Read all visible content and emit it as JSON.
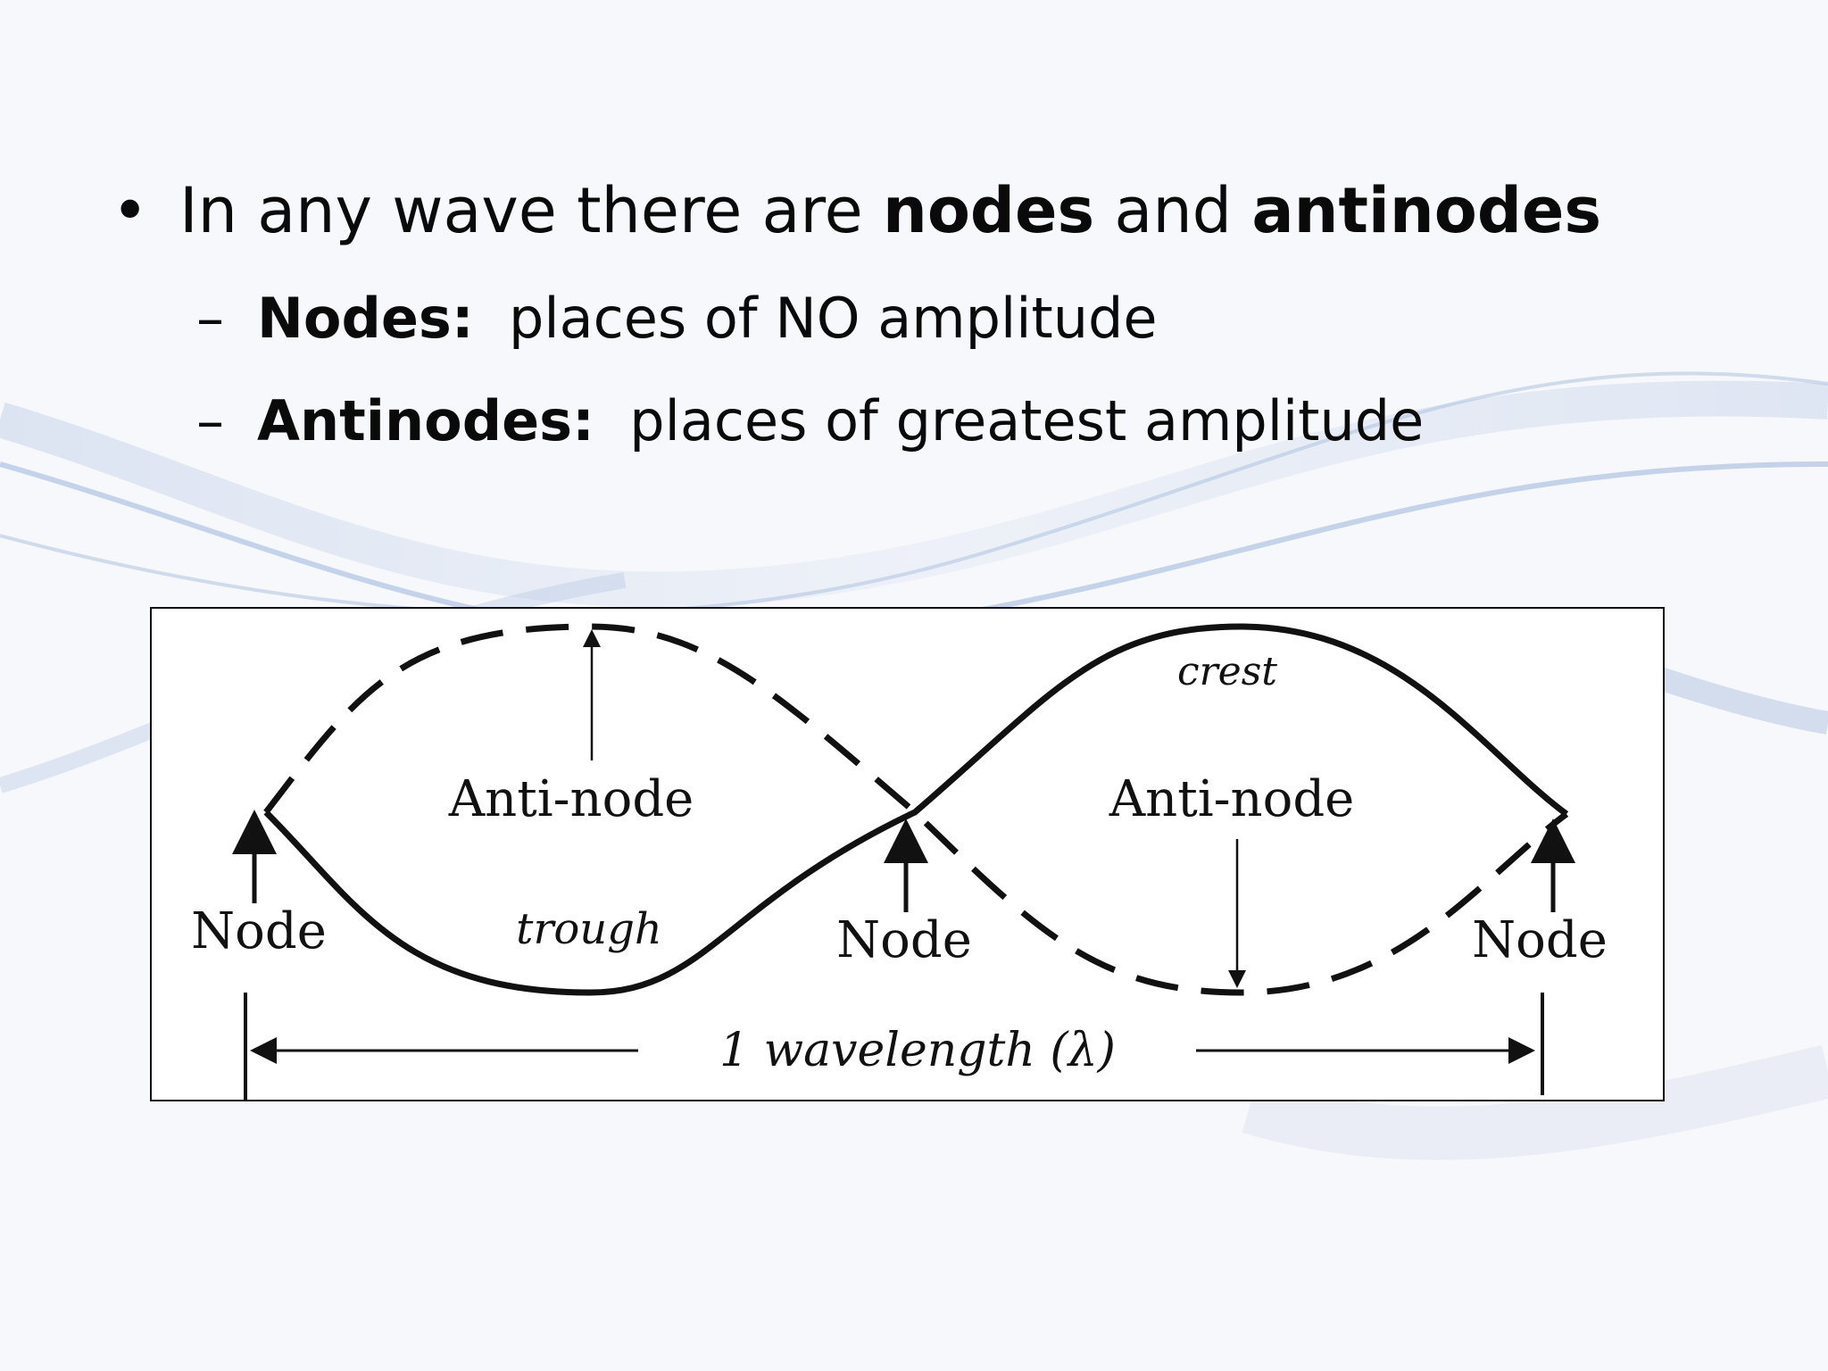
{
  "bullets": {
    "main": {
      "marker": "•",
      "text_before": "In any wave there are ",
      "bold1": "nodes",
      "text_mid": " and ",
      "bold2": "antinodes"
    },
    "sub": [
      {
        "marker": "–",
        "term": "Nodes:",
        "definition": "places of NO amplitude"
      },
      {
        "marker": "–",
        "term": "Antinodes:",
        "definition": "places of greatest amplitude"
      }
    ]
  },
  "diagram": {
    "labels": {
      "crest": "crest",
      "trough": "trough",
      "antinode_left": "Anti-node",
      "antinode_right": "Anti-node",
      "node_left": "Node",
      "node_middle": "Node",
      "node_right": "Node",
      "wavelength": "1 wavelength (λ)"
    },
    "colors": {
      "stroke": "#111111",
      "background": "#ffffff"
    }
  }
}
